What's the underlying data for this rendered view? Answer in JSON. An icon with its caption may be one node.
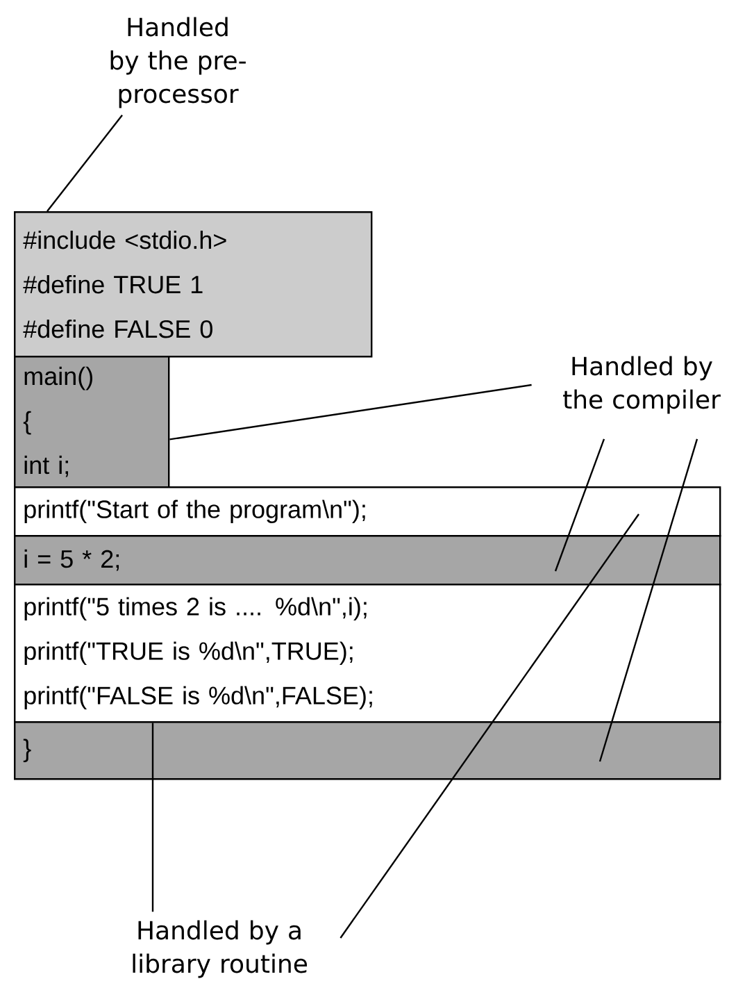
{
  "diagram": {
    "nodes": [
      {
        "text": [
          "Handled by the pre-processor"
        ]
      },
      {
        "text": [
          "#include <stdio.h>",
          "#define TRUE 1",
          "#define FALSE 0"
        ]
      },
      {
        "text": [
          "Handled by the compiler"
        ]
      },
      {
        "text": [
          "main()",
          "{",
          "int i;"
        ]
      },
      {
        "text": [
          "printf(\"Start of the program\\n\");"
        ]
      },
      {
        "text": [
          "i = 5 * 2;"
        ]
      },
      {
        "text": [
          "printf(\"5 times 2 is ....  %d\\n\",i);",
          "printf(\"TRUE is %d\\n\",TRUE);",
          "printf(\"FALSE is %d\\n\",FALSE);"
        ]
      },
      {
        "text": [
          "}"
        ]
      },
      {
        "text": [
          "Handled by a library routine"
        ]
      }
    ],
    "edges": [
      {
        "from": 0,
        "to": 1,
        "arrow": "none"
      },
      {
        "from": 2,
        "to": 3,
        "arrow": "none"
      },
      {
        "from": 2,
        "to": 5,
        "arrow": "none"
      },
      {
        "from": 2,
        "to": 7,
        "arrow": "none"
      },
      {
        "from": 8,
        "to": 6,
        "arrow": "none"
      },
      {
        "from": 8,
        "to": 4,
        "arrow": "none"
      }
    ]
  }
}
